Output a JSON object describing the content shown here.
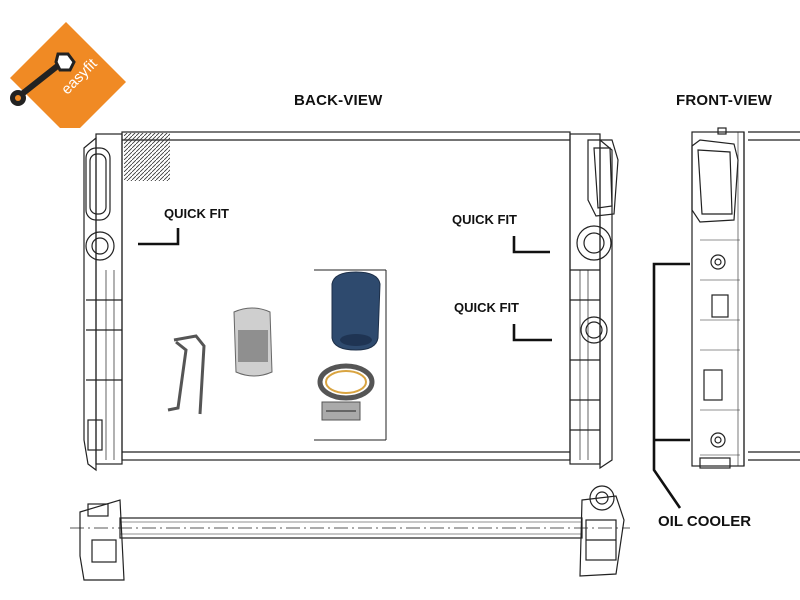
{
  "logo": {
    "text": "easyfit",
    "color": "#F08A24"
  },
  "views": {
    "back_title": "BACK-VIEW",
    "front_title": "FRONT-VIEW"
  },
  "callouts": {
    "quick_fit_left": "QUICK FIT",
    "quick_fit_right_top": "QUICK FIT",
    "quick_fit_right_bottom": "QUICK FIT",
    "oil_cooler": "OIL COOLER"
  },
  "icons": [
    "wrench-icon",
    "retaining-clip",
    "metal-bracket",
    "rubber-hose",
    "hose-clamp"
  ],
  "colors": {
    "line": "#222222",
    "hose": "#2E4A6E",
    "accent": "#F08A24"
  }
}
